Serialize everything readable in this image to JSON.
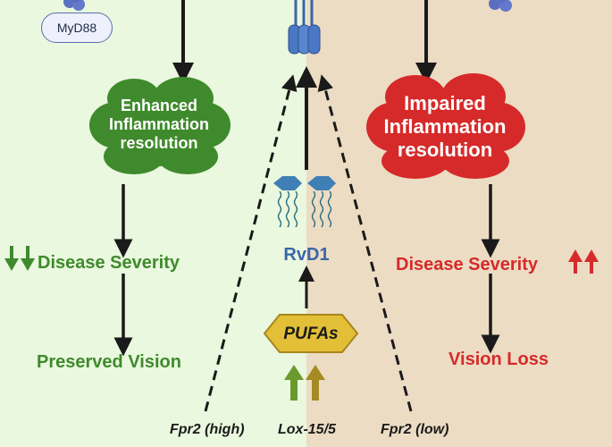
{
  "receptor_adapter": "MyD88",
  "left": {
    "outcome": "Enhanced\nInflammation\nresolution",
    "severity": "Disease Severity",
    "vision": "Preserved Vision"
  },
  "right": {
    "outcome": "Impaired\nInflammation\nresolution",
    "severity": "Disease Severity",
    "vision": "Vision Loss"
  },
  "center": {
    "mediator": "RvD1",
    "precursor": "PUFAs"
  },
  "bottom_labels": {
    "left": "Fpr2 (high)",
    "middle": "Lox-15/5",
    "right": "Fpr2 (low)"
  },
  "colors": {
    "left_bg": "#e9f8de",
    "right_bg": "#ecdcc4",
    "green": "#3f8a2c",
    "red": "#d62a2a",
    "receptor_blue": "#3b66a8",
    "pufa_gold": "#e2bf36"
  }
}
